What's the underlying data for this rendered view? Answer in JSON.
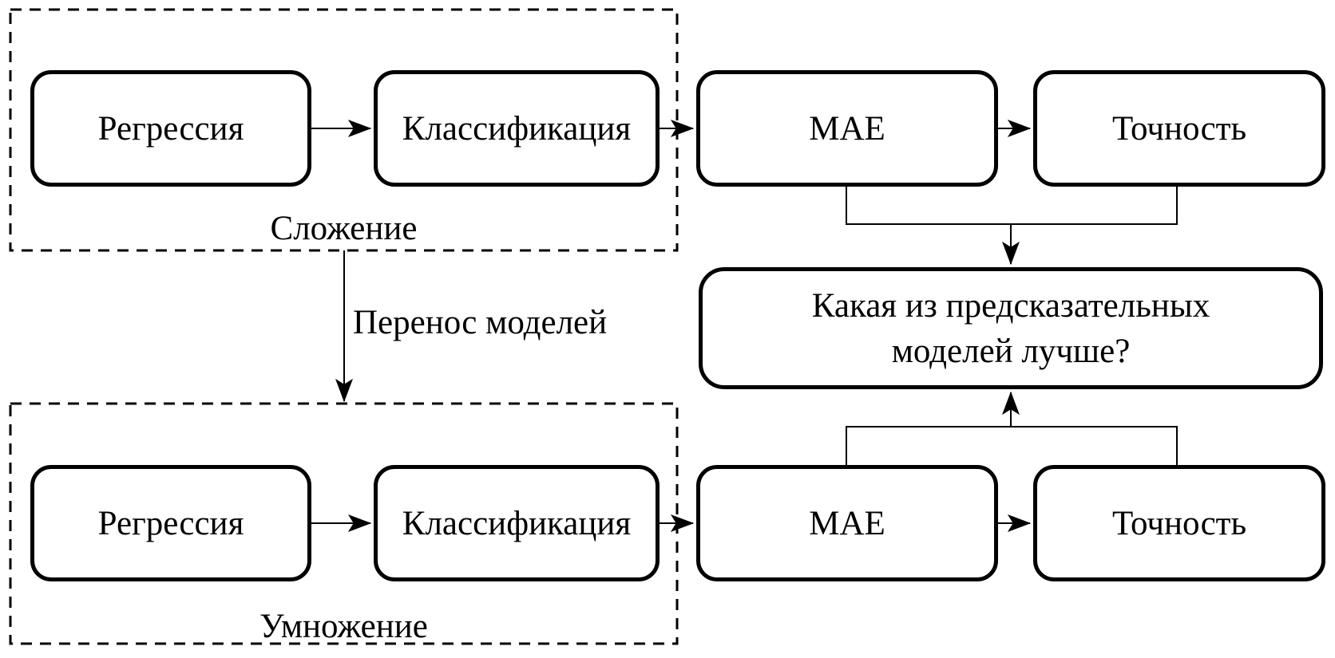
{
  "canvas": {
    "background_color": "#ffffff",
    "line_color": "#000000"
  },
  "groups": {
    "addition": {
      "label": "Сложение"
    },
    "multiplication": {
      "label": "Умножение"
    }
  },
  "nodes": {
    "regression_top": {
      "label": "Регрессия"
    },
    "classification_top": {
      "label": "Классификация"
    },
    "mae_top": {
      "label": "MAE"
    },
    "accuracy_top": {
      "label": "Точность"
    },
    "regression_bottom": {
      "label": "Регрессия"
    },
    "classification_bottom": {
      "label": "Классификация"
    },
    "mae_bottom": {
      "label": "MAE"
    },
    "accuracy_bottom": {
      "label": "Точность"
    },
    "question": {
      "line1": "Какая из предсказательных",
      "line2": "моделей лучше?"
    }
  },
  "edges": {
    "transfer_label": "Перенос моделей"
  }
}
